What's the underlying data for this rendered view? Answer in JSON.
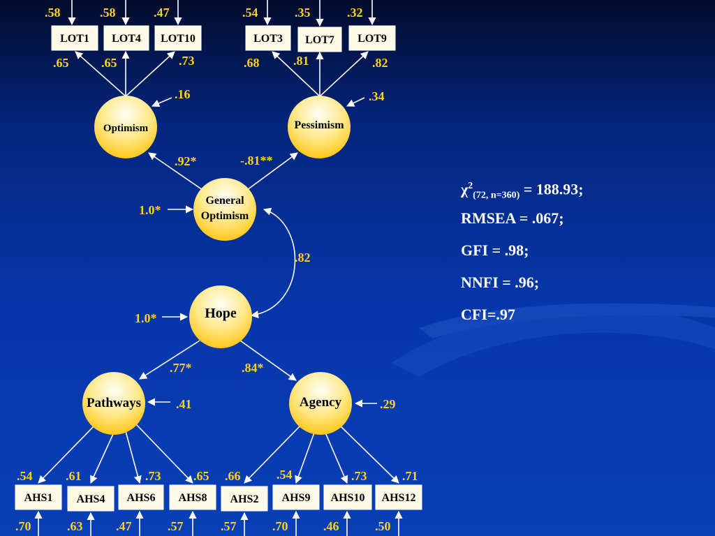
{
  "model": {
    "latents": {
      "optimism": "Optimism",
      "pessimism": "Pessimism",
      "general_optimism": [
        "General",
        "Optimism"
      ],
      "hope": "Hope",
      "pathways": "Pathways",
      "agency": "Agency"
    },
    "lot_indicators": [
      {
        "name": "LOT1",
        "error_var": ".58",
        "loading": ".65"
      },
      {
        "name": "LOT4",
        "error_var": ".58",
        "loading": ".65"
      },
      {
        "name": "LOT10",
        "error_var": ".47",
        "loading": ".73"
      },
      {
        "name": "LOT3",
        "error_var": ".54",
        "loading": ".68"
      },
      {
        "name": "LOT7",
        "error_var": ".35",
        "loading": ".81"
      },
      {
        "name": "LOT9",
        "error_var": ".32",
        "loading": ".82"
      }
    ],
    "ahs_indicators": [
      {
        "name": "AHS1",
        "loading": ".54",
        "error_var": ".70"
      },
      {
        "name": "AHS4",
        "loading": ".61",
        "error_var": ".63"
      },
      {
        "name": "AHS6",
        "loading": ".73",
        "error_var": ".47"
      },
      {
        "name": "AHS8",
        "loading": ".65",
        "error_var": ".57"
      },
      {
        "name": "AHS2",
        "loading": ".66",
        "error_var": ".57"
      },
      {
        "name": "AHS9",
        "loading": ".54",
        "error_var": ".70"
      },
      {
        "name": "AHS10",
        "loading": ".73",
        "error_var": ".46"
      },
      {
        "name": "AHS12",
        "loading": ".71",
        "error_var": ".50"
      }
    ],
    "disturbances": {
      "optimism": ".16",
      "pessimism": ".34",
      "pathways": ".41",
      "agency": ".29"
    },
    "paths": {
      "go_to_optimism": ".92*",
      "go_to_pessimism": "-.81**",
      "hope_to_pathways": ".77*",
      "hope_to_agency": ".84*",
      "hope_go_correlation": ".82"
    },
    "fixed_variances": {
      "general_optimism": "1.0*",
      "hope": "1.0*"
    }
  },
  "fit_stats": {
    "chi_symbol": "χ",
    "chi_sup": "2",
    "chi_sub": "(72, n=360)",
    "chi_value": " = 188.93;",
    "rmsea": "RMSEA = .067;",
    "gfi": "GFI = .98;",
    "nnfi": "NNFI = .96;",
    "cfi": "CFI=.97"
  },
  "colors": {
    "background": "#0636a8",
    "coefficient": "#ffd21a",
    "latent_fill_top": "#fffdf0",
    "latent_fill_bottom": "#ffcc22"
  }
}
